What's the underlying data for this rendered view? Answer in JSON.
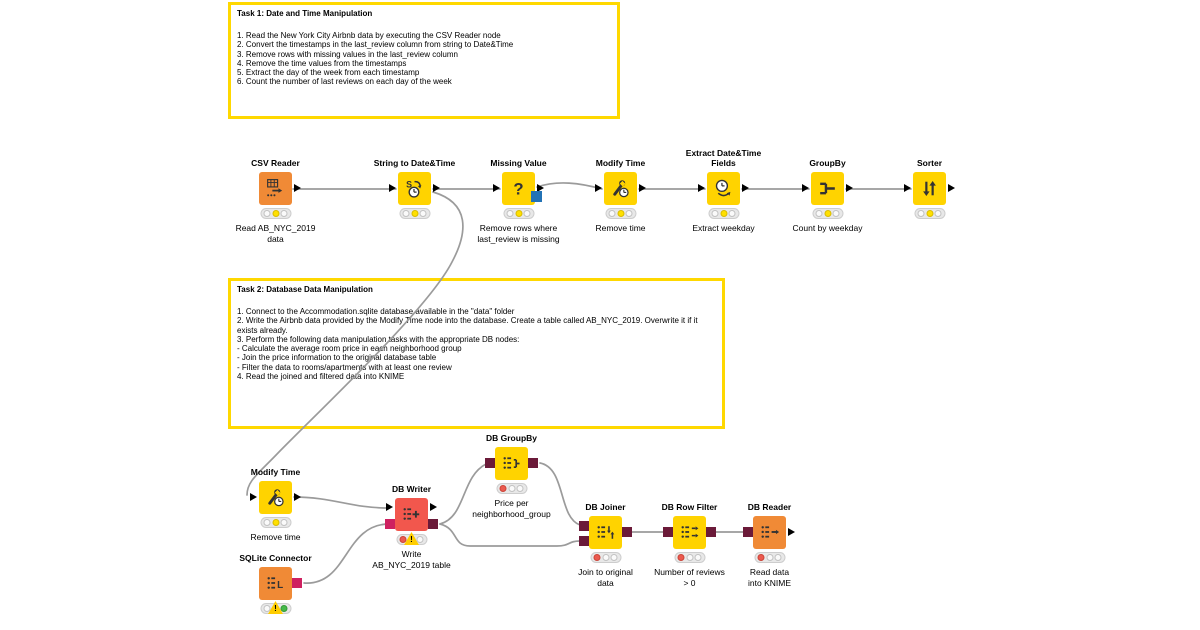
{
  "annotations": {
    "task1": {
      "title": "Task 1: Date and Time Manipulation",
      "lines": [
        "1. Read the New York City Airbnb data by executing the CSV Reader node",
        "2. Convert the timestamps in the last_review  column from string to Date&Time",
        "3. Remove rows with missing values in the  last_review  column",
        "4. Remove the time values from the timestamps",
        "5. Extract the day of the week from each timestamp",
        "6. Count the number of last reviews on each day of the week"
      ]
    },
    "task2": {
      "title": "Task 2: Database Data Manipulation",
      "lines": [
        "1. Connect to the Accommodation.sqlite database available in the \"data\" folder",
        "2. Write the Airbnb data provided by the Modify Time node into the database. Create a table called AB_NYC_2019. Overwrite it if it exists already.",
        "3. Perform the following data manipulation tasks with the appropriate DB nodes:",
        "- Calculate the average room price in each neighborhood group",
        "- Join the price information to the original database table",
        "- Filter the data to rooms/apartments with at least one review",
        "4. Read the joined and filtered data into KNIME"
      ]
    }
  },
  "nodes": {
    "csv_reader": {
      "title": "CSV Reader",
      "label": "Read AB_NYC_2019\ndata",
      "status": "configured"
    },
    "string_to_datetime": {
      "title": "String to Date&Time",
      "label": "",
      "status": "configured"
    },
    "missing_value": {
      "title": "Missing Value",
      "label": "Remove rows where\nlast_review is missing",
      "status": "configured"
    },
    "modify_time_top": {
      "title": "Modify Time",
      "label": "Remove time",
      "status": "configured"
    },
    "extract_fields": {
      "title": "Extract Date&Time\nFields",
      "label": "Extract weekday",
      "status": "configured"
    },
    "groupby": {
      "title": "GroupBy",
      "label": "Count by weekday",
      "status": "configured"
    },
    "sorter": {
      "title": "Sorter",
      "label": "",
      "status": "configured"
    },
    "modify_time_bottom": {
      "title": "Modify Time",
      "label": "Remove time",
      "status": "configured"
    },
    "sqlite_connector": {
      "title": "SQLite Connector",
      "label": "",
      "status": "executed-with-warning"
    },
    "db_writer": {
      "title": "DB Writer",
      "label": "Write\nAB_NYC_2019 table",
      "status": "not-executed-warning"
    },
    "db_groupby": {
      "title": "DB GroupBy",
      "label": "Price per\nneighborhood_group",
      "status": "not-configured"
    },
    "db_joiner": {
      "title": "DB Joiner",
      "label": "Join to original\ndata",
      "status": "not-configured"
    },
    "db_row_filter": {
      "title": "DB Row Filter",
      "label": "Number of reviews\n> 0",
      "status": "not-configured"
    },
    "db_reader": {
      "title": "DB Reader",
      "label": "Read data\ninto KNIME",
      "status": "not-configured"
    }
  },
  "icons": {
    "warning_glyph": "!",
    "csv_reader": "table-arrow-icon",
    "string_to_datetime": "s-to-clock-icon",
    "missing_value": "question-mark-icon",
    "modify_time": "wrench-clock-icon",
    "extract_fields": "clock-arrow-icon",
    "groupby": "merge-icon",
    "sorter": "sort-arrows-icon",
    "sqlite_connector": "db-rows-L-icon",
    "db_writer": "db-rows-plus-icon",
    "db_groupby": "db-rows-merge-icon",
    "db_joiner": "db-rows-join-icon",
    "db_row_filter": "db-rows-filter-icon",
    "db_reader": "db-rows-arrow-icon"
  },
  "colors": {
    "node_yellow": "#ffd300",
    "node_orange": "#f08a36",
    "node_red": "#f2574d",
    "annotation_border": "#ffd800",
    "port_data": "#000000",
    "port_db_session": "#ce2160",
    "port_db_data": "#6b1a39",
    "traffic_yellow": "#ffe000",
    "traffic_red": "#eb5a4f",
    "traffic_green": "#44b949",
    "wire": "#9b9b9b",
    "blue_marker": "#2272b5"
  }
}
